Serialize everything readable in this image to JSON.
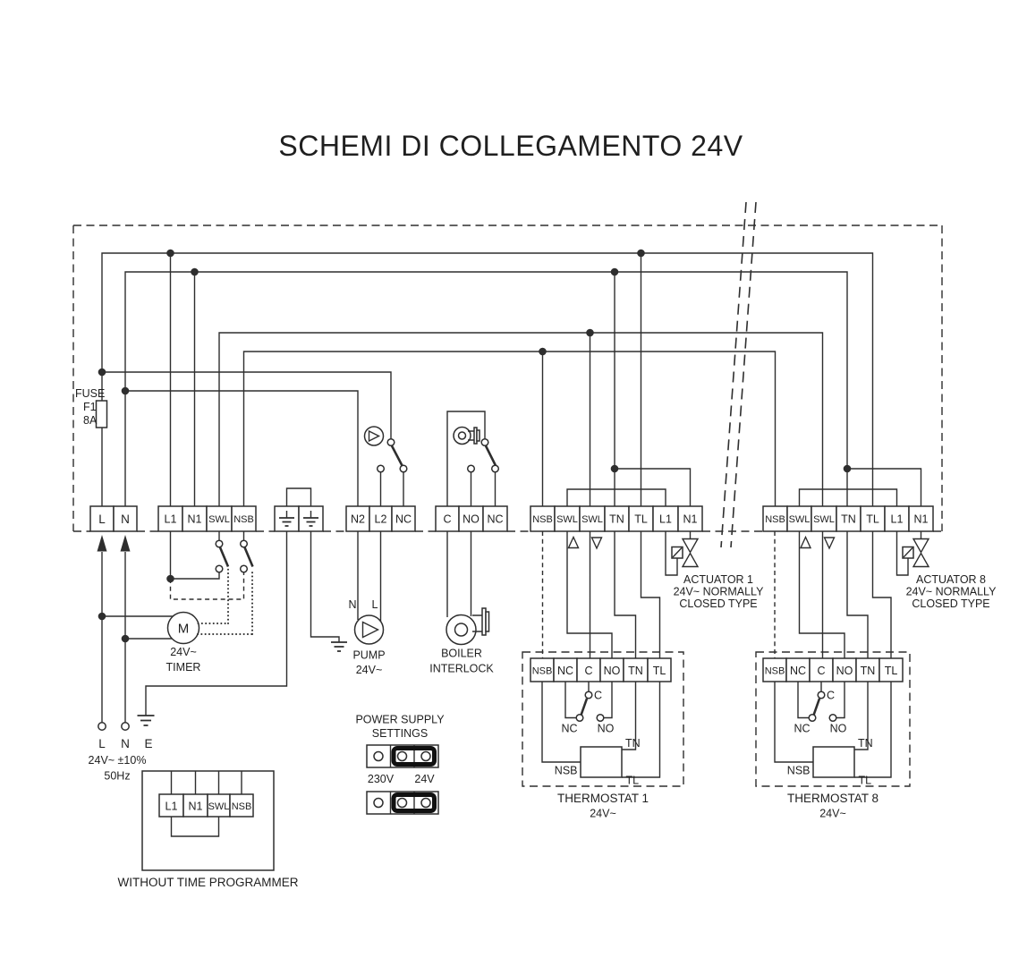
{
  "title": "SCHEMI DI COLLEGAMENTO 24V",
  "colors": {
    "line": "#2e2e2e",
    "background": "#ffffff"
  },
  "fuse": {
    "label": "FUSE",
    "id": "F1",
    "rating": "8A"
  },
  "strips": {
    "mains": [
      "L",
      "N"
    ],
    "controller": [
      "L1",
      "N1",
      "SWL",
      "NSB"
    ],
    "pump": [
      "N2",
      "L2",
      "NC"
    ],
    "boiler": [
      "C",
      "NO",
      "NC"
    ],
    "zone1": [
      "NSB",
      "SWL",
      "SWL",
      "TN",
      "TL",
      "L1",
      "N1"
    ],
    "zone8": [
      "NSB",
      "SWL",
      "SWL",
      "TN",
      "TL",
      "L1",
      "N1"
    ],
    "tstat1": [
      "NSB",
      "NC",
      "C",
      "NO",
      "TN",
      "TL"
    ],
    "tstat8": [
      "NSB",
      "NC",
      "C",
      "NO",
      "TN",
      "TL"
    ],
    "wtp": [
      "L1",
      "N1",
      "SWL",
      "NSB"
    ]
  },
  "timer": {
    "m": "M",
    "volt": "24V~",
    "label": "TIMER"
  },
  "pump": {
    "n": "N",
    "l": "L",
    "label": "PUMP",
    "volt": "24V~"
  },
  "boiler": {
    "line1": "BOILER",
    "line2": "INTERLOCK"
  },
  "mains_in": {
    "l": "L",
    "n": "N",
    "e": "E",
    "volt": "24V~ ±10%",
    "freq": "50Hz"
  },
  "psu": {
    "title1": "POWER SUPPLY",
    "title2": "SETTINGS",
    "v230": "230V",
    "v24": "24V"
  },
  "wtp": {
    "label": "WITHOUT TIME PROGRAMMER"
  },
  "act1": {
    "line1": "ACTUATOR 1",
    "line2": "24V~ NORMALLY",
    "line3": "CLOSED TYPE"
  },
  "act8": {
    "line1": "ACTUATOR 8",
    "line2": "24V~ NORMALLY",
    "line3": "CLOSED TYPE"
  },
  "tstat1": {
    "c": "C",
    "nc": "NC",
    "no": "NO",
    "nsb": "NSB",
    "tn": "TN",
    "tl": "TL",
    "name": "THERMOSTAT 1",
    "volt": "24V~"
  },
  "tstat8": {
    "c": "C",
    "nc": "NC",
    "no": "NO",
    "nsb": "NSB",
    "tn": "TN",
    "tl": "TL",
    "name": "THERMOSTAT 8",
    "volt": "24V~"
  }
}
